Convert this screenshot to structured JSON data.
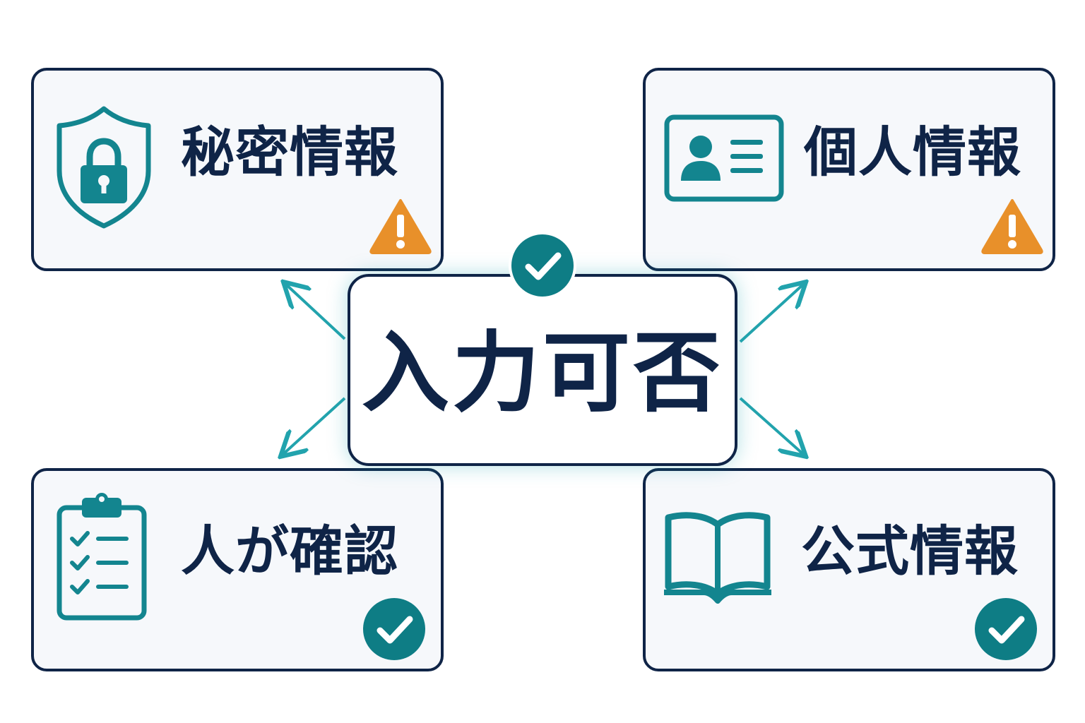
{
  "center": {
    "label": "入力可否"
  },
  "cards": {
    "top_left": {
      "label": "秘密情報",
      "icon": "shield-lock-icon",
      "status": "warning"
    },
    "top_right": {
      "label": "個人情報",
      "icon": "id-card-icon",
      "status": "warning"
    },
    "bottom_left": {
      "label": "人が確認",
      "icon": "checklist-clipboard-icon",
      "status": "ok"
    },
    "bottom_right": {
      "label": "公式情報",
      "icon": "open-book-icon",
      "status": "ok"
    }
  },
  "colors": {
    "navy": "#0f2447",
    "teal": "#13858f",
    "teal_dark": "#0e7d85",
    "warning": "#e8902a",
    "card_bg": "#f6f8fb"
  }
}
